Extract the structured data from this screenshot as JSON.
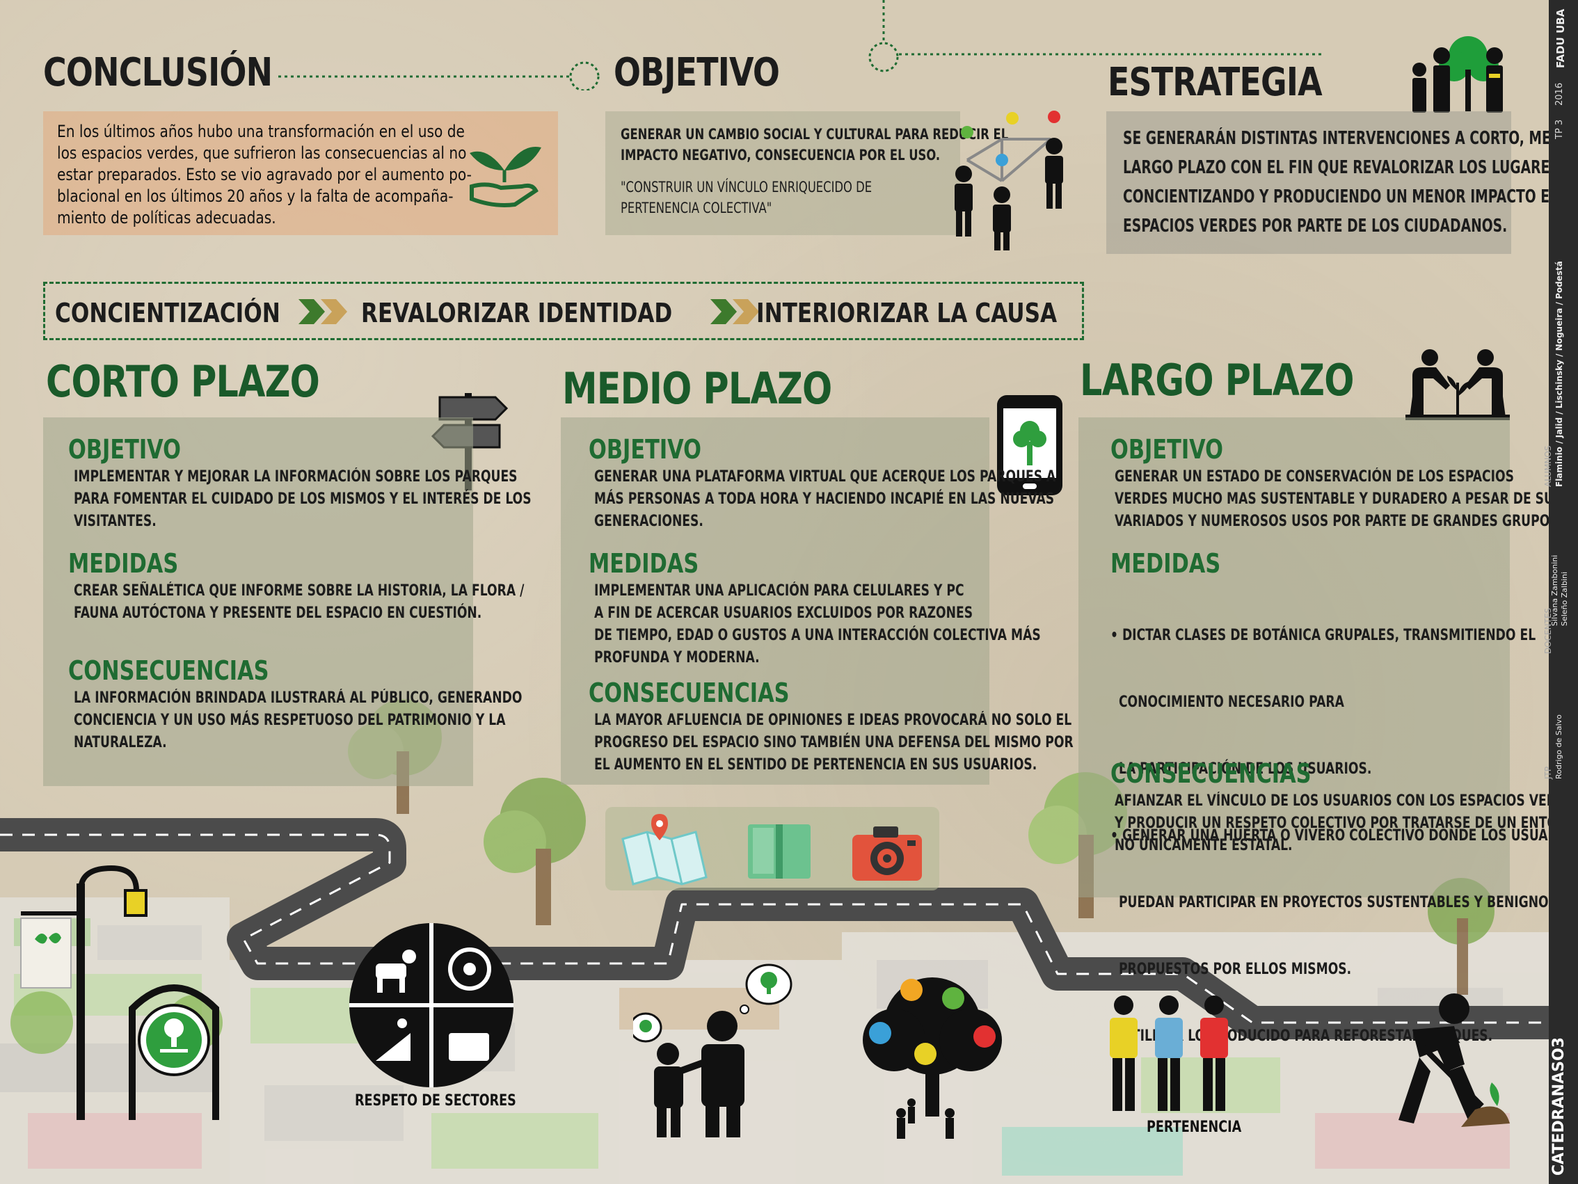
{
  "conclusion": {
    "title": "CONCLUSIÓN",
    "lines": [
      "En los últimos años hubo una transformación en el uso de",
      "los espacios verdes, que sufrieron las consecuencias al no",
      "estar preparados. Esto se vio agravado por el aumento po-",
      "blacional en los últimos 20 años y la falta de acompaña-",
      "miento de políticas adecuadas."
    ]
  },
  "objetivo": {
    "title": "OBJETIVO",
    "lines": [
      "GENERAR UN CAMBIO SOCIAL Y CULTURAL PARA REDUCIR EL",
      "IMPACTO NEGATIVO, CONSECUENCIA POR EL USO."
    ],
    "quote": [
      "\"CONSTRUIR UN VÍNCULO ENRIQUECIDO DE",
      "PERTENENCIA COLECTIVA\""
    ]
  },
  "estrategia": {
    "title": "ESTRATEGIA",
    "lines": [
      "SE GENERARÁN DISTINTAS INTERVENCIONES A CORTO, MEDIO Y",
      "LARGO PLAZO CON EL FIN QUE REVALORIZAR LOS LUGARES,",
      "CONCIENTIZANDO Y PRODUCIENDO UN MENOR IMPACTO EN LOS",
      "ESPACIOS VERDES POR PARTE DE LOS CIUDADANOS."
    ]
  },
  "steps": [
    "CONCIENTIZACIÓN",
    "REVALORIZAR IDENTIDAD",
    "INTERIORIZAR LA CAUSA"
  ],
  "corto": {
    "title": "CORTO PLAZO",
    "obj_label": "OBJETIVO",
    "obj_lines": [
      "IMPLEMENTAR Y MEJORAR LA INFORMACIÓN SOBRE LOS PARQUES",
      "PARA FOMENTAR EL CUIDADO DE LOS MISMOS Y EL INTERÉS DE LOS",
      "VISITANTES."
    ],
    "med_label": "MEDIDAS",
    "med_lines": [
      "CREAR SEÑALÉTICA QUE INFORME SOBRE LA HISTORIA, LA FLORA /",
      "FAUNA AUTÓCTONA Y PRESENTE DEL ESPACIO EN CUESTIÓN."
    ],
    "con_label": "CONSECUENCIAS",
    "con_lines": [
      "LA INFORMACIÓN BRINDADA ILUSTRARÁ AL PÚBLICO, GENERANDO",
      "CONCIENCIA Y UN USO MÁS RESPETUOSO DEL PATRIMONIO Y LA",
      "NATURALEZA."
    ]
  },
  "medio": {
    "title": "MEDIO PLAZO",
    "obj_label": "OBJETIVO",
    "obj_lines": [
      "GENERAR UNA PLATAFORMA VIRTUAL QUE ACERQUE LOS PARQUES A",
      "MÁS PERSONAS A TODA HORA Y HACIENDO INCAPIÉ EN LAS NUEVAS",
      "GENERACIONES."
    ],
    "med_label": "MEDIDAS",
    "med_lines": [
      "IMPLEMENTAR UNA APLICACIÓN PARA CELULARES Y PC",
      "A FIN DE ACERCAR USUARIOS EXCLUIDOS POR RAZONES",
      "DE TIEMPO, EDAD O GUSTOS A UNA INTERACCIÓN COLECTIVA MÁS",
      "PROFUNDA Y MODERNA."
    ],
    "con_label": "CONSECUENCIAS",
    "con_lines": [
      "LA MAYOR AFLUENCIA DE OPINIONES E IDEAS PROVOCARÁ NO SOLO EL",
      "PROGRESO DEL ESPACIO SINO TAMBIÉN UNA DEFENSA DEL MISMO POR",
      "EL AUMENTO EN EL SENTIDO DE PERTENENCIA EN SUS USUARIOS."
    ]
  },
  "largo": {
    "title": "LARGO PLAZO",
    "obj_label": "OBJETIVO",
    "obj_lines": [
      "GENERAR UN ESTADO DE CONSERVACIÓN DE LOS ESPACIOS",
      "VERDES MUCHO MAS SUSTENTABLE Y DURADERO A PESAR DE SUS",
      "VARIADOS Y NUMEROSOS USOS POR PARTE DE GRANDES GRUPOS."
    ],
    "med_label": "MEDIDAS",
    "med_lines": [
      "• DICTAR CLASES DE BOTÁNICA GRUPALES, TRANSMITIENDO EL",
      "  CONOCIMIENTO NECESARIO PARA",
      "  LA PARTICIPACIÓN DE LOS USUARIOS.",
      "• GENERAR UNA HUERTA O VIVERO COLECTIVO DONDE LOS USUARIOS",
      "  PUEDAN PARTICIPAR EN PROYECTOS SUSTENTABLES Y BENIGNOS",
      "  PROPUESTOS POR ELLOS MISMOS.",
      "• UTILIZAR LO PRODUCIDO PARA REFORESTAR PARQUES."
    ],
    "con_label": "CONSECUENCIAS",
    "con_lines": [
      "AFIANZAR EL VÍNCULO DE LOS USUARIOS CON LOS ESPACIOS VERDES",
      "Y PRODUCIR UN RESPETO COLECTIVO POR TRATARSE DE UN ENTORNO",
      "NO ÚNICAMENTE ESTATAL."
    ]
  },
  "labels": {
    "respeto": "RESPETO DE SECTORES",
    "pertenencia": "PERTENENCIA"
  },
  "sidebar": {
    "fadu": "FADU  UBA",
    "year": "2016",
    "tp": "TP 3",
    "alumnos_label": "ALUMNOS",
    "alumnos": "Flaminio / Jalid / Lischinsky / Nogueira / Podestá",
    "docentes_label": "DOCENTES",
    "docentes_1": "Silvana Zambonini",
    "docentes_2": "Seleño Zalbini",
    "jtp_label": "JTP",
    "jtp": "Rodrigo de Salvo",
    "catedra": "CATEDRANASO3"
  },
  "colors": {
    "title_green": "#1f6b32",
    "panel": "#a9ad8c",
    "road": "#4b4b4b",
    "orange_panel": "#dcae84"
  }
}
